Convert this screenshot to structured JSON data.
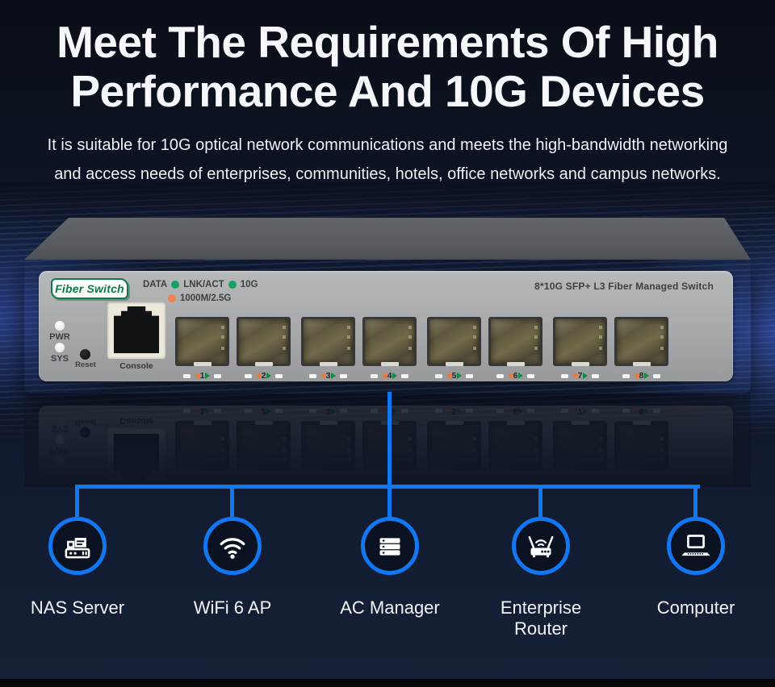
{
  "page": {
    "background_color": "#0d1526",
    "accent_blue": "#1277f2",
    "bottom_bar_color": "#06080c"
  },
  "header": {
    "title_line1": "Meet The Requirements Of High",
    "title_line2": "Performance And 10G Devices",
    "subtitle_line1": "It is suitable for 10G optical network communications and meets the high-bandwidth networking",
    "subtitle_line2": "and access needs of enterprises, communities, hotels, office networks and campus networks."
  },
  "switch": {
    "brand_badge": "Fiber Switch",
    "model_label": "8*10G SFP+ L3 Fiber Managed Switch",
    "legend": {
      "data_label": "DATA",
      "link_label": "LNK/ACT",
      "ten_g_label": "10G",
      "speed_label": "1000M/2.5G",
      "led_green": "#18a065",
      "led_orange": "#f5834f"
    },
    "controls": {
      "pwr_label": "PWR",
      "sys_label": "SYS",
      "reset_label": "Reset",
      "console_label": "Console"
    },
    "ports": [
      "1",
      "2",
      "3",
      "4",
      "5",
      "6",
      "7",
      "8"
    ]
  },
  "devices": [
    {
      "label": "NAS Server",
      "icon": "nas-server-icon"
    },
    {
      "label": "WiFi 6 AP",
      "icon": "wifi-ap-icon"
    },
    {
      "label": "AC Manager",
      "icon": "ac-manager-icon"
    },
    {
      "label": "Enterprise Router",
      "icon": "enterprise-router-icon"
    },
    {
      "label": "Computer",
      "icon": "computer-icon"
    }
  ]
}
